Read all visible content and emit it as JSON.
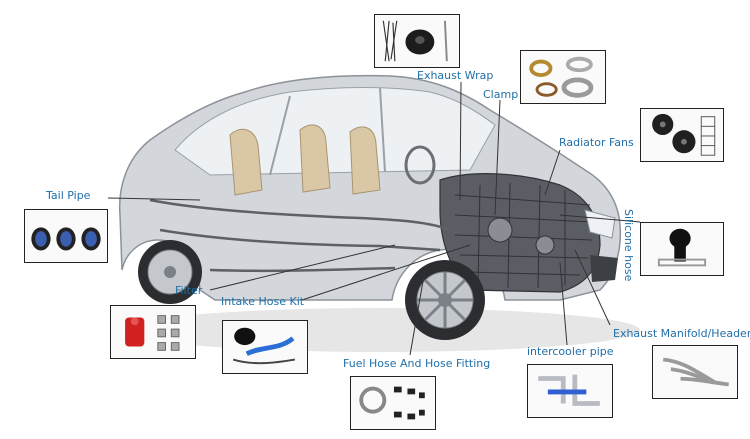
{
  "labels": {
    "exhaust_wrap": "Exhaust Wrap",
    "clamp": "Clamp",
    "radiator_fans": "Radiator Fans",
    "tail_pipe": "Tail Pipe",
    "silicone_hose": "Silicone hose",
    "filter": "Filter",
    "intake_hose_kit": "Intake Hose Kit",
    "fuel_hose": "Fuel Hose And Hose Fitting",
    "intercooler_pipe": "intercooler pipe",
    "exhaust_manifold": "Exhaust Manifold/Header"
  },
  "colors": {
    "label_text": "#1f6fa8",
    "callout_line": "#333333",
    "car_body": "#cfd3d8",
    "interior": "#d9c7a6",
    "engine": "#4a4d52"
  }
}
